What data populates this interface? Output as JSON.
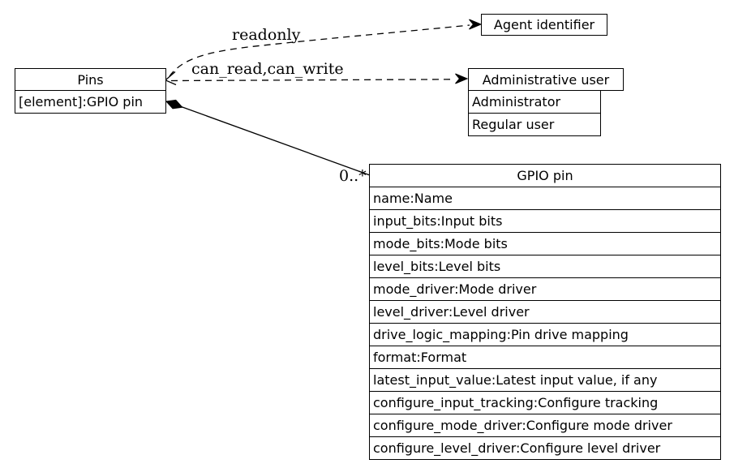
{
  "colors": {
    "line": "#000000",
    "background": "#ffffff",
    "box_fill": "#ffffff"
  },
  "classes": {
    "pins": {
      "title": "Pins",
      "attributes": [
        "[element]:GPIO pin"
      ]
    },
    "agent_identifier": {
      "title": "Agent identifier"
    },
    "administrative_user": {
      "title": "Administrative user",
      "variants": [
        "Administrator",
        "Regular user"
      ]
    },
    "gpio_pin": {
      "title": "GPIO pin",
      "attributes": [
        "name:Name",
        "input_bits:Input bits",
        "mode_bits:Mode bits",
        "level_bits:Level bits",
        "mode_driver:Mode driver",
        "level_driver:Level driver",
        "drive_logic_mapping:Pin drive mapping",
        "format:Format",
        "latest_input_value:Latest input value, if any",
        "configure_input_tracking:Configure tracking",
        "configure_mode_driver:Configure mode driver",
        "configure_level_driver:Configure level driver"
      ]
    }
  },
  "edges": {
    "readonly": {
      "label": "readonly",
      "style": "dashed",
      "from": "Pins",
      "to": "Agent identifier"
    },
    "can_read_write": {
      "label": "can_read,can_write",
      "style": "dashed",
      "from": "Pins",
      "to": "Administrative user"
    },
    "composition": {
      "multiplicity": "0..*",
      "style": "solid",
      "from": "Pins",
      "to": "GPIO pin"
    }
  }
}
